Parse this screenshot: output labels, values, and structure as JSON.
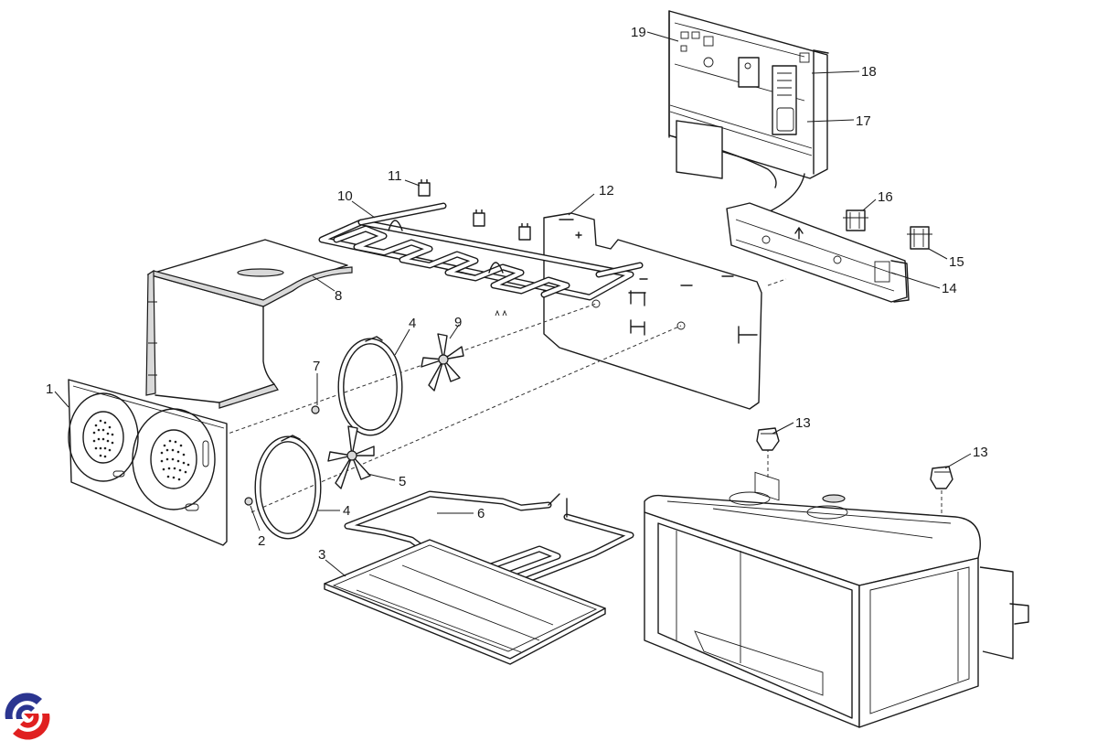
{
  "diagram": {
    "title": "Oven exploded parts diagram",
    "brand_logo": "red-blue-swirl-logo",
    "colors": {
      "line": "#1a1a1a",
      "panel_shade": "#d9d9d9",
      "logo_blue": "#2b3590",
      "logo_red": "#e02020"
    },
    "callouts": [
      {
        "id": "1",
        "part": "rear-fan-cover-panel"
      },
      {
        "id": "2",
        "part": "nut-lower"
      },
      {
        "id": "3",
        "part": "bottom-tray"
      },
      {
        "id": "4",
        "part": "circular-heating-element"
      },
      {
        "id": "5",
        "part": "fan-blade-lower"
      },
      {
        "id": "6",
        "part": "bottom-heating-element"
      },
      {
        "id": "7",
        "part": "nut-upper"
      },
      {
        "id": "8",
        "part": "top-liner-cover"
      },
      {
        "id": "9",
        "part": "fan-blade-upper"
      },
      {
        "id": "10",
        "part": "grill-heating-element"
      },
      {
        "id": "11",
        "part": "element-clip"
      },
      {
        "id": "12",
        "part": "rear-insulation-panel"
      },
      {
        "id": "13",
        "part": "lamp-holder"
      },
      {
        "id": "14",
        "part": "motor-mounting-bracket"
      },
      {
        "id": "15",
        "part": "fan-motor-right"
      },
      {
        "id": "16",
        "part": "fan-motor-left"
      },
      {
        "id": "17",
        "part": "thermostat"
      },
      {
        "id": "18",
        "part": "terminal-block"
      },
      {
        "id": "19",
        "part": "control-pcb"
      }
    ],
    "labels": {
      "l1": "1",
      "l2": "2",
      "l3": "3",
      "l4a": "4",
      "l4b": "4",
      "l5": "5",
      "l6": "6",
      "l7": "7",
      "l8": "8",
      "l9": "9",
      "l10": "10",
      "l11": "11",
      "l12": "12",
      "l13a": "13",
      "l13b": "13",
      "l14": "14",
      "l15": "15",
      "l16": "16",
      "l17": "17",
      "l18": "18",
      "l19": "19"
    }
  }
}
